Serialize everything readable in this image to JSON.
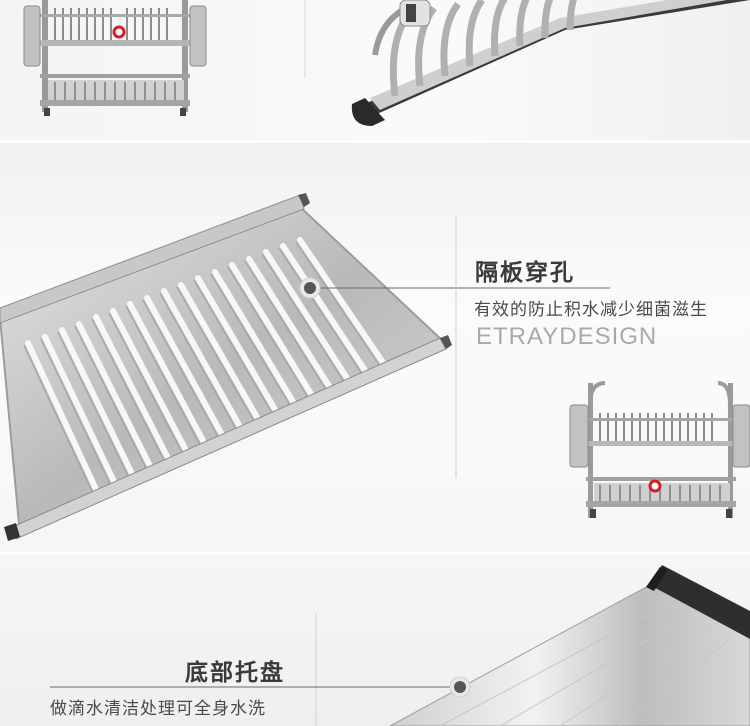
{
  "feature_perforated": {
    "title": "隔板穿孔",
    "subtitle": "有效的防止积水减少细菌滋生",
    "brand": "ETRAYDESIGN"
  },
  "feature_tray": {
    "title": "底部托盘",
    "subtitle": "做滴水清洁处理可全身水洗"
  },
  "colors": {
    "accent_marker": "#d42020",
    "callout_dot": "#555555",
    "title_text": "#3a3a3a"
  }
}
